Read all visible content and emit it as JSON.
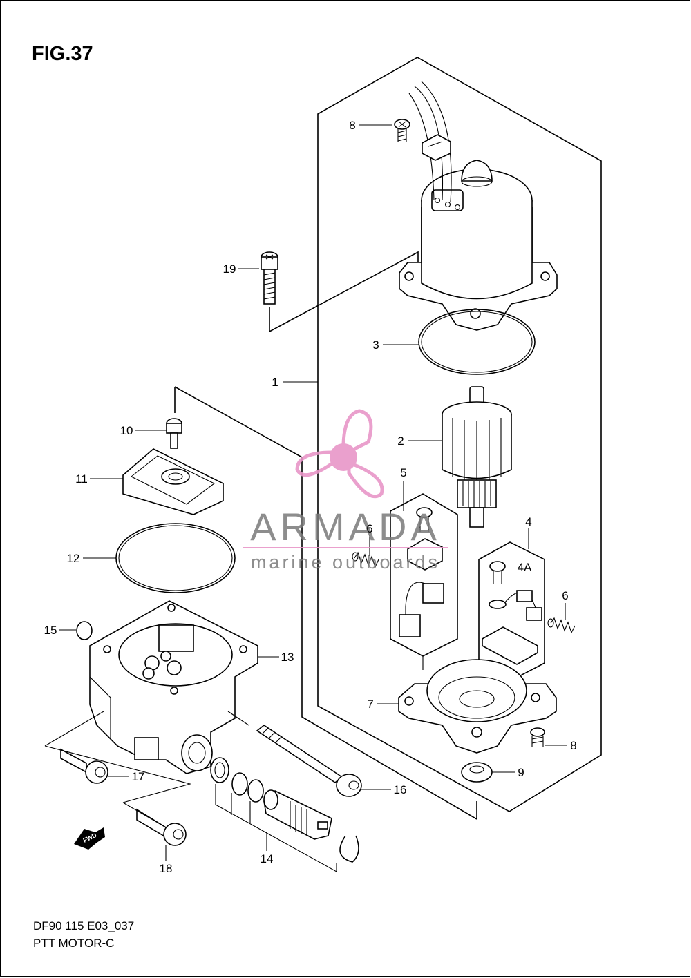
{
  "figure": {
    "title": "FIG.37",
    "code": "DF90 115 E03_037",
    "name": "PTT MOTOR-C"
  },
  "watermark": {
    "brand": "ARMADA",
    "tagline": "marine outboards",
    "brand_color": "#e896c8",
    "text_color": "#7a7a7a"
  },
  "fwd_label": "FWD",
  "callouts": [
    "8",
    "19",
    "3",
    "1",
    "2",
    "10",
    "11",
    "5",
    "6",
    "4",
    "4A",
    "6",
    "12",
    "15",
    "13",
    "7",
    "8",
    "17",
    "9",
    "16",
    "14",
    "18"
  ]
}
